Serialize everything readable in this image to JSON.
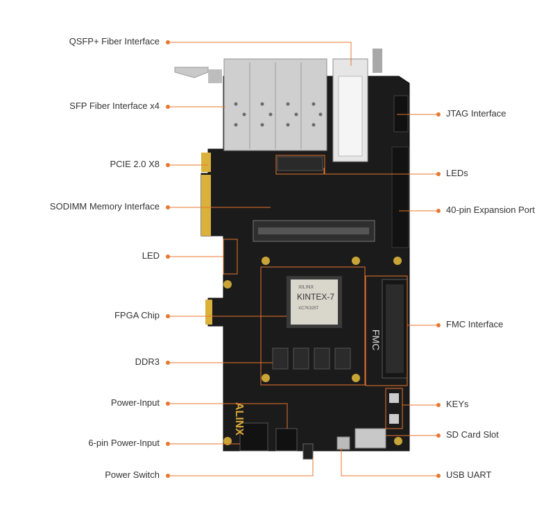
{
  "colors": {
    "accent": "#e8762d",
    "label_text": "#333333",
    "pcb": "#1b1b1b"
  },
  "board": {
    "brand": "ALINX",
    "chip_vendor": "XILINX",
    "chip_family": "KINTEX-7",
    "chip_part": "XC7K325T",
    "fmc_mark": "FMC"
  },
  "labels": {
    "left": [
      {
        "id": "qsfp",
        "text": "QSFP+ Fiber Interface"
      },
      {
        "id": "sfp",
        "text": "SFP Fiber Interface x4"
      },
      {
        "id": "pcie",
        "text": "PCIE 2.0 X8"
      },
      {
        "id": "sodimm",
        "text": "SODIMM Memory Interface"
      },
      {
        "id": "led",
        "text": "LED"
      },
      {
        "id": "fpga",
        "text": "FPGA Chip"
      },
      {
        "id": "ddr3",
        "text": "DDR3"
      },
      {
        "id": "power_input",
        "text": "Power-Input"
      },
      {
        "id": "six_pin",
        "text": "6-pin Power-Input"
      },
      {
        "id": "power_switch",
        "text": "Power Switch"
      }
    ],
    "right": [
      {
        "id": "jtag",
        "text": "JTAG Interface"
      },
      {
        "id": "leds",
        "text": "LEDs"
      },
      {
        "id": "expansion",
        "text": "40-pin Expansion Port"
      },
      {
        "id": "fmc",
        "text": "FMC Interface"
      },
      {
        "id": "keys",
        "text": "KEYs"
      },
      {
        "id": "sd",
        "text": "SD Card Slot"
      },
      {
        "id": "usb",
        "text": "USB UART"
      }
    ]
  }
}
